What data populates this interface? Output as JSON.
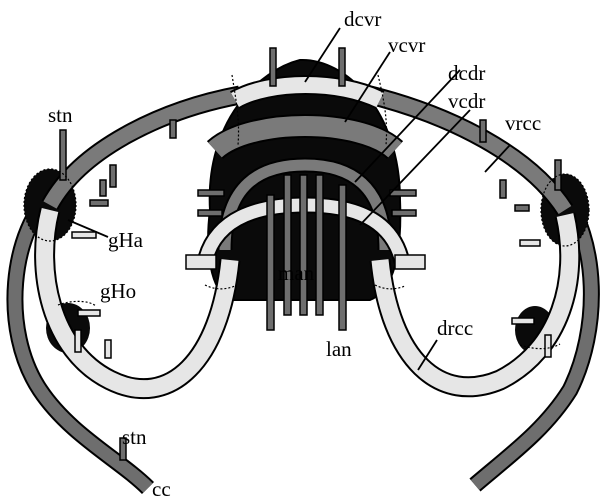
{
  "labels": {
    "dcvr": "dcvr",
    "vcvr": "vcvr",
    "dcdr": "dcdr",
    "vcdr": "vcdr",
    "vrcc": "vrcc",
    "stn_top": "stn",
    "gHa": "gHa",
    "gHo": "gHo",
    "man": "man",
    "lan": "lan",
    "drcc": "drcc",
    "stn_bottom": "stn",
    "cc": "cc"
  },
  "colors": {
    "black_mass": "#0a0a0a",
    "mid_gray": "#7a7a7a",
    "dark_gray": "#555555",
    "light_gray": "#e6e6e6",
    "outline": "#000000"
  }
}
